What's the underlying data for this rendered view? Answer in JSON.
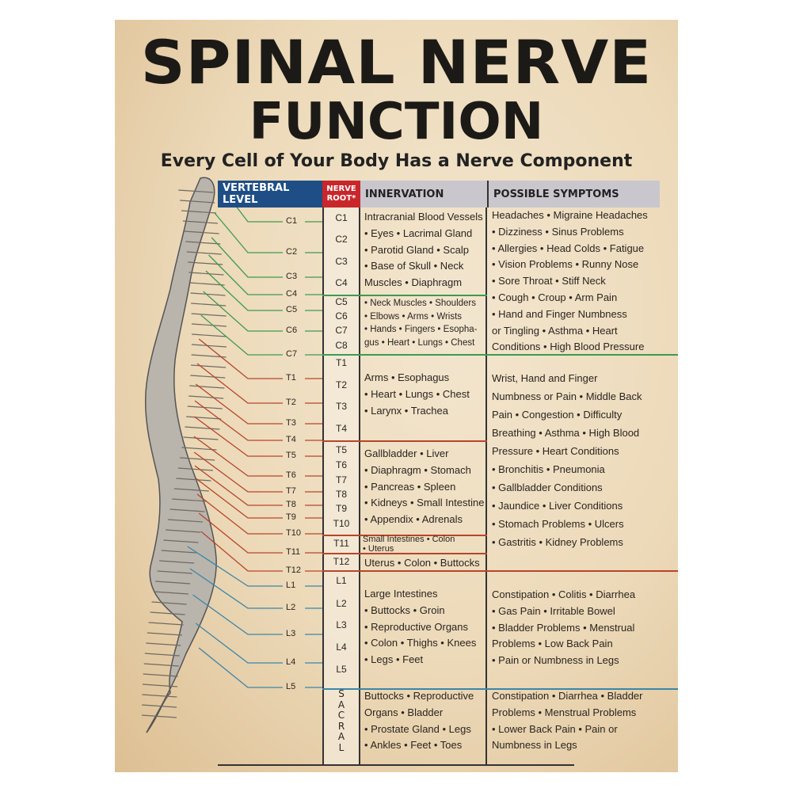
{
  "title_line1": "SPINAL NERVE",
  "title_line2": "FUNCTION",
  "subtitle": "Every Cell of Your Body Has a Nerve Component",
  "headers": {
    "vertebral_level": "VERTEBRAL LEVEL",
    "nerve_root_1": "NERVE",
    "nerve_root_2": "ROOT*",
    "innervation": "INNERVATION",
    "possible_symptoms": "POSSIBLE SYMPTOMS"
  },
  "colors": {
    "cervical": "#3f9a4f",
    "thoracic": "#b8452a",
    "lumbar": "#3b86a8",
    "header_blue": "#1f4e86",
    "header_red": "#c8262b"
  },
  "vertebral_levels": [
    "C1",
    "C2",
    "C3",
    "C4",
    "C5",
    "C6",
    "C7",
    "T1",
    "T2",
    "T3",
    "T4",
    "T5",
    "T6",
    "T7",
    "T8",
    "T9",
    "T10",
    "T11",
    "T12",
    "L1",
    "L2",
    "L3",
    "L4",
    "L5"
  ],
  "nerve_roots": [
    "C1",
    "C2",
    "C3",
    "C4",
    "C5",
    "C6",
    "C7",
    "C8",
    "T1",
    "T2",
    "T3",
    "T4",
    "T5",
    "T6",
    "T7",
    "T8",
    "T9",
    "T10",
    "T11",
    "T12",
    "L1",
    "L2",
    "L3",
    "L4",
    "L5"
  ],
  "sacral_letters": [
    "S",
    "A",
    "C",
    "R",
    "A",
    "L"
  ],
  "innervation": {
    "c1_c4": [
      "Intracranial Blood Vessels",
      "• Eyes • Lacrimal Gland",
      "• Parotid Gland • Scalp",
      "• Base of Skull • Neck",
      "Muscles • Diaphragm"
    ],
    "c5_c8": [
      "• Neck Muscles • Shoulders",
      "• Elbows • Arms • Wrists",
      "• Hands • Fingers • Esopha-",
      "gus • Heart • Lungs • Chest"
    ],
    "t1_t4": [
      "Arms • Esophagus",
      "• Heart • Lungs • Chest",
      "• Larynx • Trachea"
    ],
    "t5_t10": [
      "Gallbladder • Liver",
      "• Diaphragm • Stomach",
      "• Pancreas • Spleen",
      "• Kidneys • Small Intestine",
      "• Appendix • Adrenals"
    ],
    "t11": [
      "Small Intestines • Colon",
      "• Uterus"
    ],
    "t12": [
      "Uterus • Colon • Buttocks"
    ],
    "lumbar": [
      "Large Intestines",
      "• Buttocks • Groin",
      "• Reproductive Organs",
      "• Colon • Thighs • Knees",
      "• Legs • Feet"
    ],
    "sacral": [
      "Buttocks • Reproductive",
      "Organs • Bladder",
      "• Prostate Gland • Legs",
      "• Ankles • Feet • Toes"
    ]
  },
  "symptoms": {
    "cervical": [
      "Headaches • Migraine Headaches",
      "• Dizziness • Sinus Problems",
      "• Allergies • Head Colds • Fatigue",
      "• Vision Problems • Runny Nose",
      "• Sore Throat • Stiff Neck",
      "• Cough • Croup • Arm Pain",
      "• Hand and Finger Numbness",
      "or Tingling • Asthma • Heart",
      "Conditions • High Blood Pressure"
    ],
    "thoracic": [
      "Wrist, Hand and Finger",
      "Numbness or Pain • Middle Back",
      "Pain • Congestion • Difficulty",
      "Breathing • Asthma • High Blood",
      "Pressure • Heart Conditions",
      "• Bronchitis • Pneumonia",
      "• Gallbladder Conditions",
      "• Jaundice • Liver Conditions",
      "• Stomach Problems • Ulcers",
      "• Gastritis • Kidney Problems"
    ],
    "lumbar": [
      "Constipation • Colitis • Diarrhea",
      "• Gas Pain • Irritable Bowel",
      "• Bladder Problems • Menstrual",
      "Problems • Low Back Pain",
      "• Pain or Numbness in Legs"
    ],
    "sacral": [
      "Constipation • Diarrhea • Bladder",
      "Problems • Menstrual Problems",
      "• Lower Back Pain • Pain or",
      "Numbness in Legs"
    ]
  }
}
